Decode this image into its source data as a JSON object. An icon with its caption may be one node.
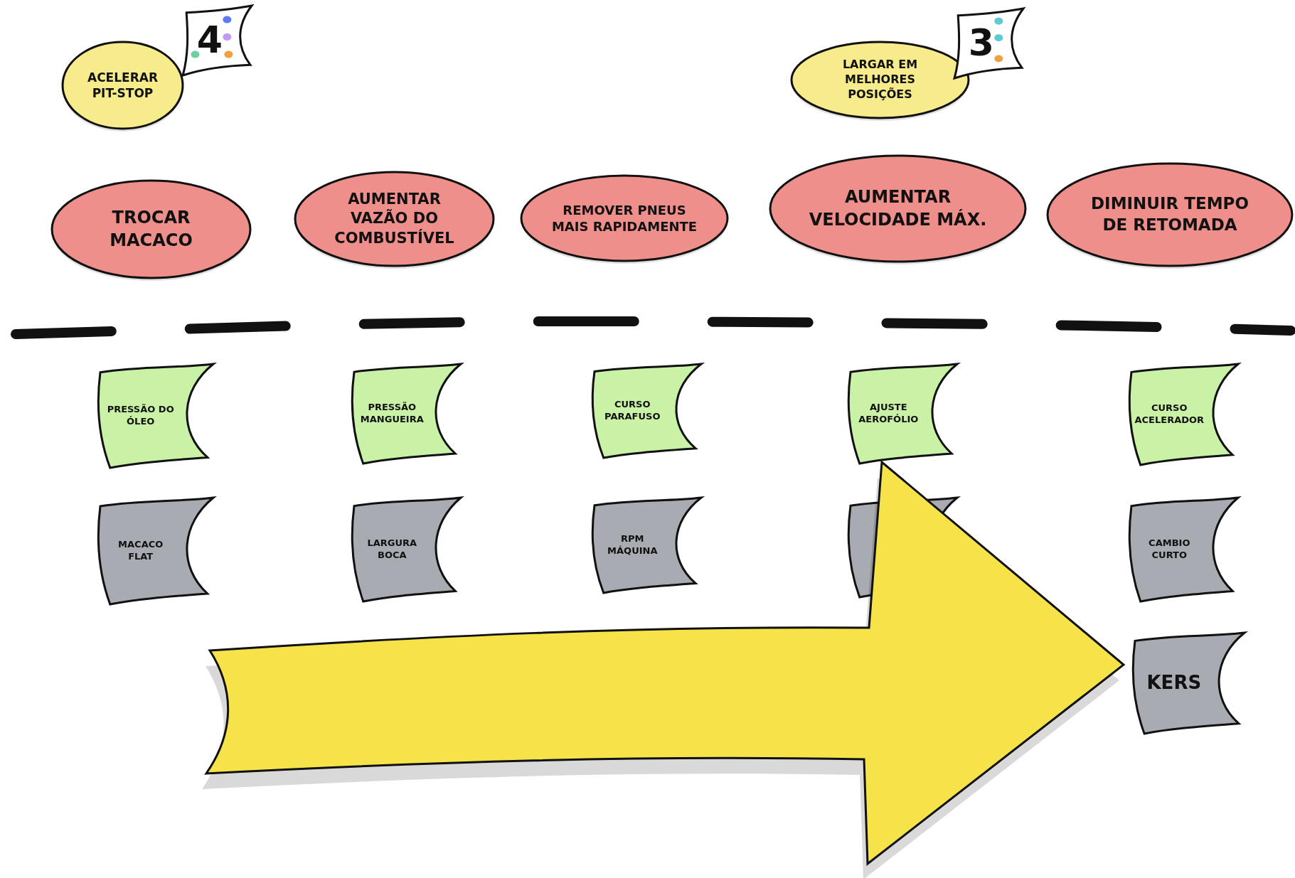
{
  "diagram": {
    "nodes": [
      {
        "text": [
          "ACELERAR PIT-STOP"
        ]
      },
      {
        "text": [
          "4"
        ]
      },
      {
        "text": [
          "LARGAR EM MELHORES POSIÇÕES"
        ]
      },
      {
        "text": [
          "3"
        ]
      },
      {
        "text": [
          "TROCAR MACACO"
        ]
      },
      {
        "text": [
          "AUMENTAR VAZÃO DO COMBUSTÍVEL"
        ]
      },
      {
        "text": [
          "REMOVER PNEUS MAIS RAPIDAMENTE"
        ]
      },
      {
        "text": [
          "AUMENTAR VELOCIDADE MÁX."
        ]
      },
      {
        "text": [
          "DIMINUIR TEMPO DE RETOMADA"
        ]
      },
      {
        "text": [
          "PRESSÃO DO ÓLEO"
        ]
      },
      {
        "text": [
          "PRESSÃO MANGUEIRA"
        ]
      },
      {
        "text": [
          "CURSO PARAFUSO"
        ]
      },
      {
        "text": [
          "AJUSTE AEROFÓLIO"
        ]
      },
      {
        "text": [
          "CURSO ACELERADOR"
        ]
      },
      {
        "text": [
          "MACACO FLAT"
        ]
      },
      {
        "text": [
          "LARGURA BOCA"
        ]
      },
      {
        "text": [
          "RPM MÁQUINA"
        ]
      },
      {
        "text": [],
        "shape": "box"
      },
      {
        "text": [
          "CAMBIO CURTO"
        ]
      },
      {
        "text": [
          "KERS"
        ]
      }
    ]
  }
}
